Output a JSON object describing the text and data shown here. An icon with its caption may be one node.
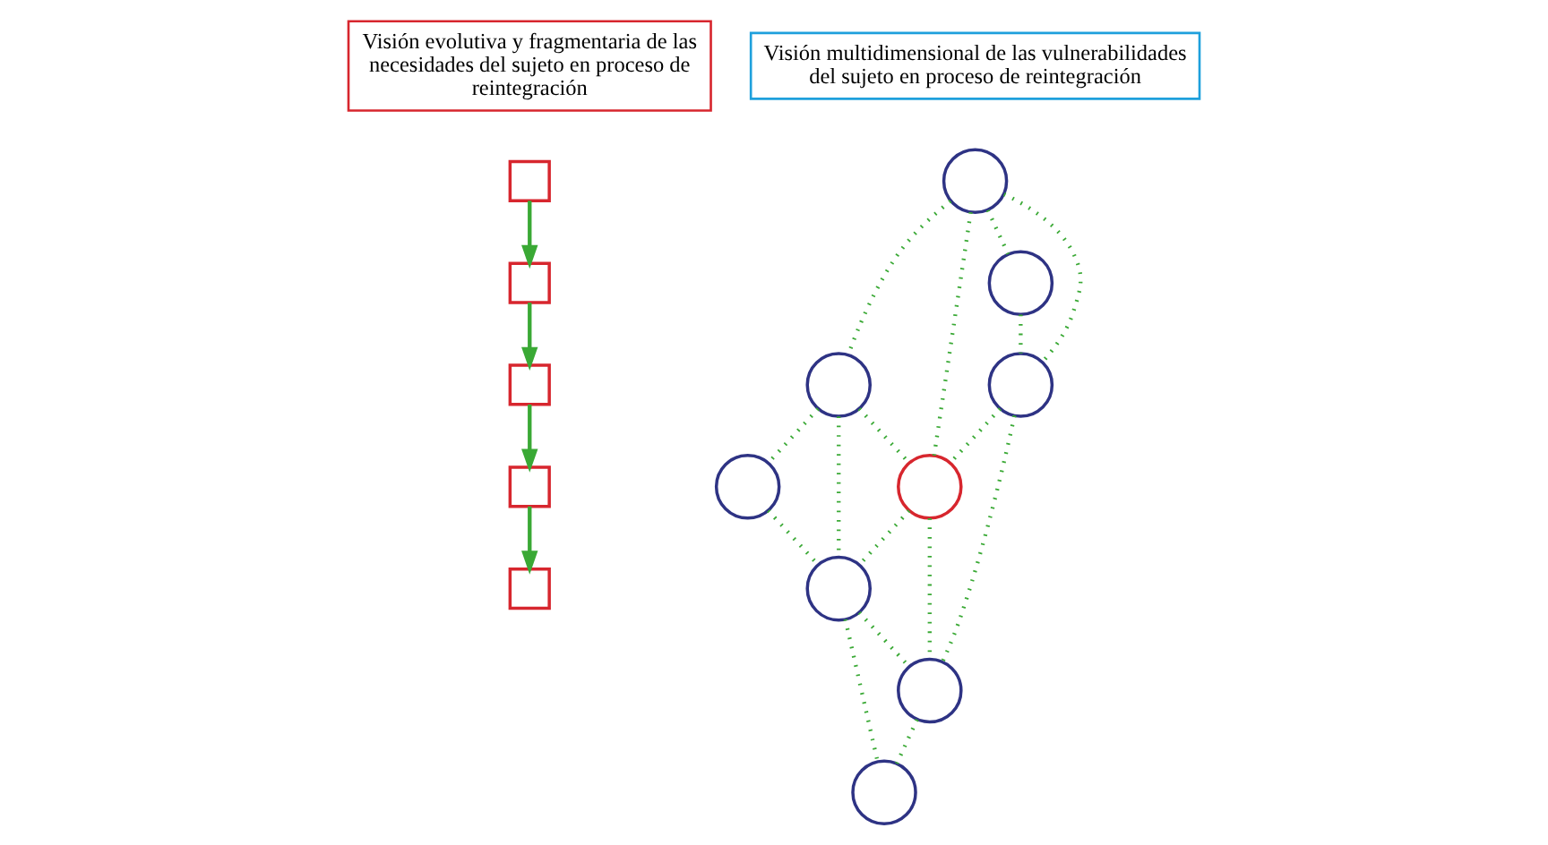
{
  "diagram": {
    "nodes": [
      {
        "text": [
          "Visión evolutiva y fragmentaria de las necesidades del sujeto en proceso de reintegración"
        ]
      },
      {
        "text": [
          "Visión multidimensional de las vulnerabilidades del sujeto en proceso de reintegración"
        ]
      },
      {
        "text": [],
        "shape": "box"
      },
      {
        "text": [],
        "shape": "box"
      },
      {
        "text": [],
        "shape": "box"
      },
      {
        "text": [],
        "shape": "box"
      },
      {
        "text": [],
        "shape": "box"
      },
      {
        "text": [],
        "shape": "circle"
      },
      {
        "text": [],
        "shape": "circle"
      },
      {
        "text": [],
        "shape": "circle"
      },
      {
        "text": [],
        "shape": "circle"
      },
      {
        "text": [],
        "shape": "circle"
      },
      {
        "text": [],
        "shape": "circle"
      },
      {
        "text": [],
        "shape": "circle"
      },
      {
        "text": [],
        "shape": "circle"
      },
      {
        "text": [],
        "shape": "circle"
      }
    ],
    "edges": [
      {
        "from": 2,
        "to": 3,
        "arrow": "to"
      },
      {
        "from": 3,
        "to": 4,
        "arrow": "to"
      },
      {
        "from": 4,
        "to": 5,
        "arrow": "to"
      },
      {
        "from": 5,
        "to": 6,
        "arrow": "to"
      },
      {
        "from": 7,
        "to": 8,
        "arrow": "none",
        "style": "dashed"
      },
      {
        "from": 8,
        "to": 9,
        "arrow": "none",
        "style": "dashed"
      },
      {
        "from": 7,
        "to": 10,
        "arrow": "none",
        "style": "dashed"
      },
      {
        "from": 7,
        "to": 13,
        "arrow": "none",
        "style": "dashed"
      },
      {
        "from": 7,
        "to": 11,
        "arrow": "none",
        "style": "dashed"
      },
      {
        "from": 8,
        "to": 11,
        "arrow": "none",
        "style": "dashed"
      },
      {
        "from": 8,
        "to": 12,
        "arrow": "none",
        "style": "dashed"
      },
      {
        "from": 9,
        "to": 12,
        "arrow": "none",
        "style": "dashed"
      },
      {
        "from": 10,
        "to": 13,
        "arrow": "none",
        "style": "dashed"
      },
      {
        "from": 13,
        "to": 11,
        "arrow": "none",
        "style": "dashed"
      },
      {
        "from": 11,
        "to": 12,
        "arrow": "none",
        "style": "dashed"
      },
      {
        "from": 11,
        "to": 14,
        "arrow": "none",
        "style": "dashed"
      },
      {
        "from": 12,
        "to": 14,
        "arrow": "none",
        "style": "dashed"
      },
      {
        "from": 12,
        "to": 15,
        "arrow": "none",
        "style": "dashed"
      },
      {
        "from": 13,
        "to": 14,
        "arrow": "none",
        "style": "dashed"
      },
      {
        "from": 14,
        "to": 15,
        "arrow": "none",
        "style": "dashed"
      }
    ]
  }
}
